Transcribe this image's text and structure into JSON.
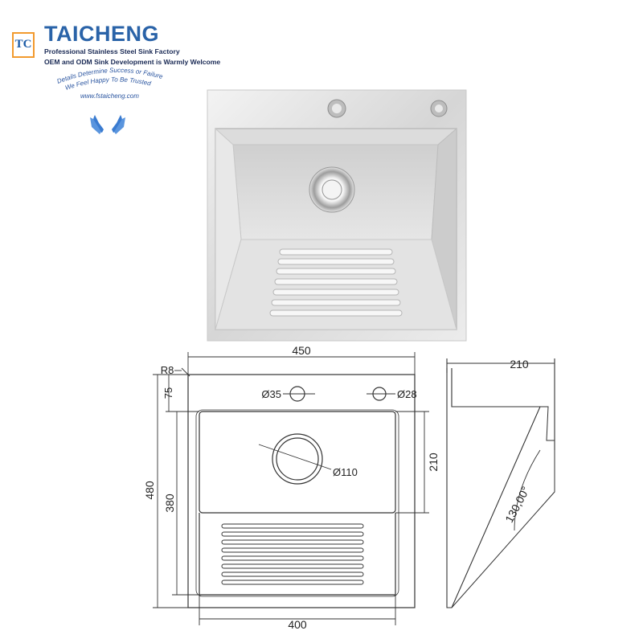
{
  "brand": {
    "logo_letters": "TC",
    "name": "TAICHENG",
    "tagline_1": "Professional Stainless Steel Sink Factory",
    "tagline_2": "OEM and ODM Sink Development is Warmly Welcome",
    "slogan_1": "Details Determine Success or Failure",
    "slogan_2": "We Feel Happy To Be Trusted",
    "url": "www.fstaicheng.com",
    "colors": {
      "blue": "#2a63a8",
      "orange": "#f29a2e",
      "dark": "#1a2a55"
    },
    "icon": "hands-icon"
  },
  "drawing": {
    "overall_width": "450",
    "bowl_width": "400",
    "overall_depth": "480",
    "bowl_depth": "380",
    "corner_radius": "R8",
    "deck_offset": "75",
    "faucet_hole": "Ø35",
    "accessory_hole": "Ø28",
    "drain": "Ø110",
    "drain_offset": "210",
    "bowl_height": "210",
    "wall_angle": "130,00°"
  }
}
